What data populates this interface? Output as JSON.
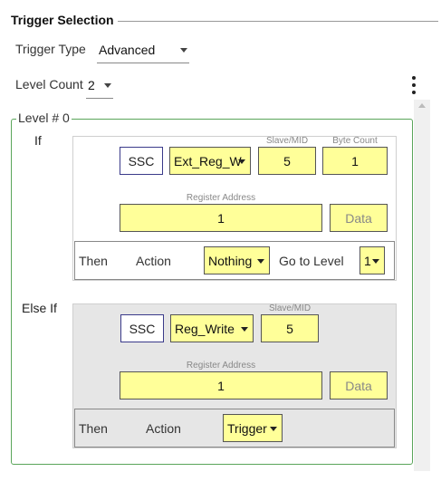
{
  "section": {
    "title": "Trigger Selection"
  },
  "trigger_type": {
    "label": "Trigger Type",
    "value": "Advanced"
  },
  "level_count": {
    "label": "Level Count",
    "value": "2"
  },
  "level": {
    "legend": "Level # 0"
  },
  "if_block": {
    "label": "If",
    "ssc": "SSC",
    "command": "Ext_Reg_W",
    "slave_mid_label": "Slave/MID",
    "slave_mid": "5",
    "byte_count_label": "Byte Count",
    "byte_count": "1",
    "register_address_label": "Register Address",
    "register_address": "1",
    "data": "Data",
    "then": "Then",
    "action_label": "Action",
    "action": "Nothing",
    "goto_label": "Go to Level",
    "goto_level": "1"
  },
  "else_if_block": {
    "label": "Else If",
    "ssc": "SSC",
    "command": "Reg_Write",
    "slave_mid_label": "Slave/MID",
    "slave_mid": "5",
    "register_address_label": "Register Address",
    "register_address": "1",
    "data": "Data",
    "then": "Then",
    "action_label": "Action",
    "action": "Trigger"
  },
  "colors": {
    "field_yellow": "#ffff99",
    "level_border": "#5aa55a",
    "ssc_border": "#3a3a8a"
  }
}
